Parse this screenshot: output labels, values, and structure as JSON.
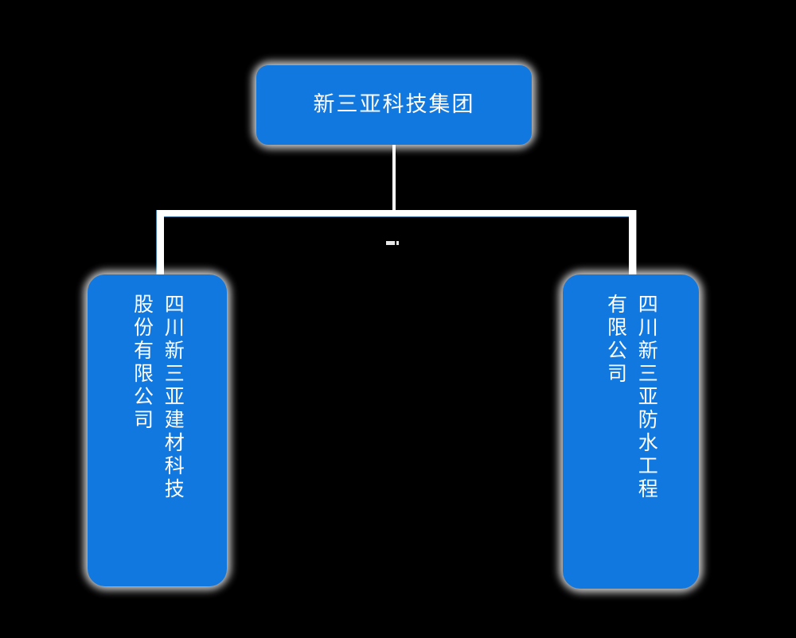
{
  "diagram": {
    "type": "organization-chart",
    "background_color": "#000000",
    "node_color": "#1178e0",
    "node_text_color": "#ffffff",
    "connector_color": "#ffffff",
    "connector_edge_color": "#3f7ea8",
    "root": {
      "label": "新三亚科技集团",
      "orientation": "horizontal"
    },
    "children": [
      {
        "position": "left",
        "orientation": "vertical-rl",
        "columns": [
          "四川新三亚建材科技",
          "股份有限公司"
        ],
        "label": "四川新三亚建材科技股份有限公司"
      },
      {
        "position": "right",
        "orientation": "vertical-rl",
        "columns": [
          "四川新三亚防水工程",
          "有限公司"
        ],
        "label": "四川新三亚防水工程有限公司"
      }
    ]
  }
}
